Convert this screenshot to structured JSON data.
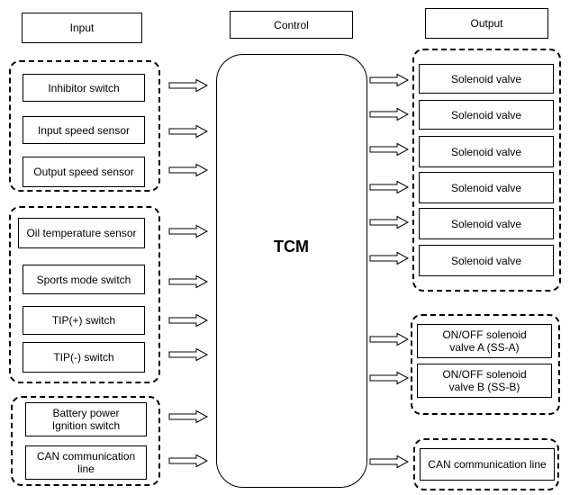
{
  "headers": {
    "input": "Input",
    "control": "Control",
    "output": "Output"
  },
  "tcm_label": "TCM",
  "inputs": {
    "group1": [
      "Inhibitor switch",
      "Input speed sensor",
      "Output speed sensor"
    ],
    "group2": [
      "Oil temperature sensor",
      "Sports mode switch",
      "TIP(+) switch",
      "TIP(-) switch"
    ],
    "group3": [
      "Battery power\nIgnition switch",
      "CAN communication\nline"
    ]
  },
  "outputs": {
    "group1": [
      "Solenoid valve",
      "Solenoid valve",
      "Solenoid valve",
      "Solenoid valve",
      "Solenoid valve",
      "Solenoid valve"
    ],
    "group2": [
      "ON/OFF solenoid\nvalve A (SS-A)",
      "ON/OFF solenoid\nvalve B (SS-B)"
    ],
    "group3": [
      "CAN communication line"
    ]
  }
}
